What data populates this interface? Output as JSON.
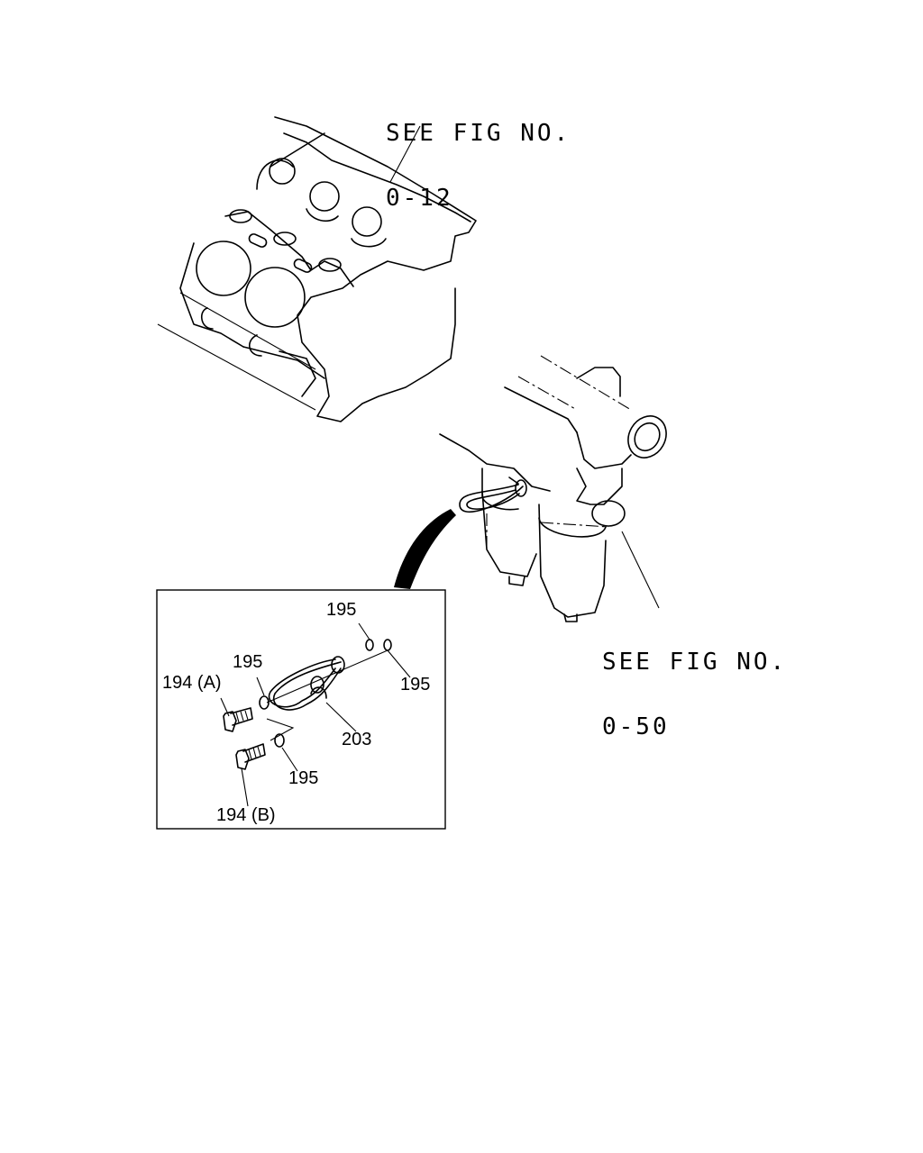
{
  "callouts": {
    "ref_block": {
      "line1": "SEE FIG NO.",
      "line2": "0-12"
    },
    "ref_filter": {
      "line1": "SEE FIG NO.",
      "line2": "0-50"
    }
  },
  "parts": {
    "p195_top": "195",
    "p195_left": "195",
    "p195_right": "195",
    "p195_bottom": "195",
    "p194a": "194 (A)",
    "p194b": "194 (B)",
    "p203": "203"
  }
}
